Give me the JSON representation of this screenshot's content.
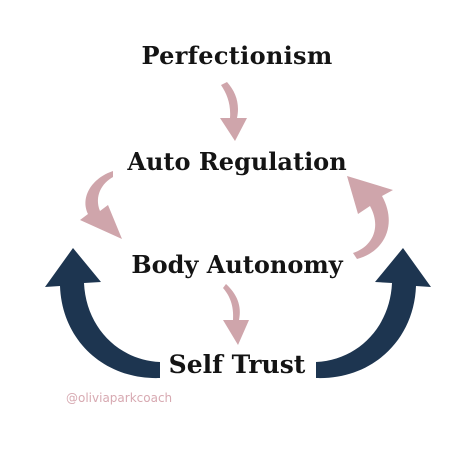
{
  "diagram": {
    "nodes": [
      {
        "id": "perfectionism",
        "label": "Perfectionism"
      },
      {
        "id": "auto-regulation",
        "label": "Auto Regulation"
      },
      {
        "id": "body-autonomy",
        "label": "Body Autonomy"
      },
      {
        "id": "self-trust",
        "label": "Self Trust"
      }
    ],
    "edges": [
      {
        "from": "perfectionism",
        "to": "auto-regulation",
        "style": "pink"
      },
      {
        "from": "auto-regulation",
        "to": "body-autonomy",
        "style": "pink"
      },
      {
        "from": "body-autonomy",
        "to": "auto-regulation",
        "style": "pink"
      },
      {
        "from": "body-autonomy",
        "to": "self-trust",
        "style": "pink"
      },
      {
        "from": "self-trust",
        "to": "body-autonomy",
        "style": "navy",
        "side": "left"
      },
      {
        "from": "self-trust",
        "to": "body-autonomy",
        "style": "navy",
        "side": "right"
      }
    ]
  },
  "handle": "@oliviaparkcoach",
  "colors": {
    "pink_arrow": "#cfa5ab",
    "navy_arrow": "#1d3550",
    "text": "#141414",
    "handle_text": "#d7a9b1",
    "background": "#ffffff"
  }
}
